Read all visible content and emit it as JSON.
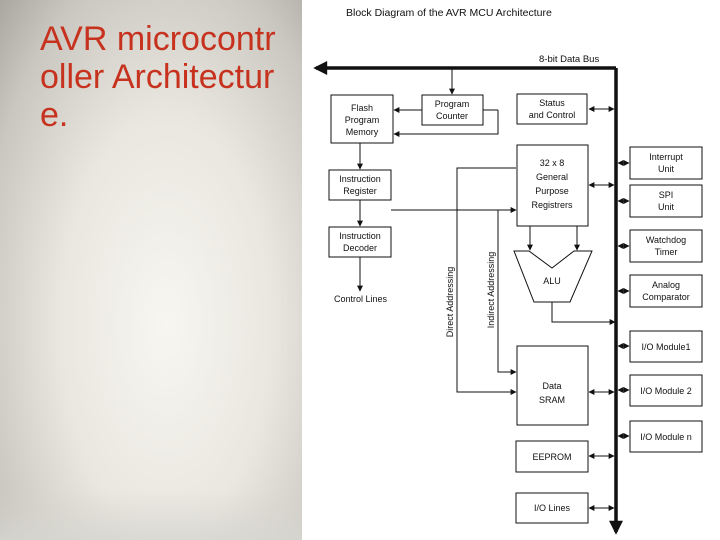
{
  "slide": {
    "title": "AVR microcontroller Architecture."
  },
  "diagram": {
    "title": "Block Diagram of the AVR MCU Architecture",
    "bus_label": "8-bit Data Bus",
    "blocks": {
      "flash": [
        "Flash",
        "Program",
        "Memory"
      ],
      "pc": [
        "Program",
        "Counter"
      ],
      "status": [
        "Status",
        "and Control"
      ],
      "ir": [
        "Instruction",
        "Register"
      ],
      "id": [
        "Instruction",
        "Decoder"
      ],
      "regs": [
        "32 x 8",
        "General",
        "Purpose",
        "Registrers"
      ],
      "alu": [
        "ALU"
      ],
      "sram": [
        "Data",
        "SRAM"
      ],
      "eeprom": [
        "EEPROM"
      ],
      "iolines": [
        "I/O Lines"
      ],
      "interrupt": [
        "Interrupt",
        "Unit"
      ],
      "spi": [
        "SPI",
        "Unit"
      ],
      "watchdog": [
        "Watchdog",
        "Timer"
      ],
      "analog": [
        "Analog",
        "Comparator"
      ],
      "io1": [
        "I/O Module1"
      ],
      "io2": [
        "I/O Module 2"
      ],
      "ion": [
        "I/O Module n"
      ]
    },
    "control_lines": "Control Lines",
    "direct_addressing": "Direct Addressing",
    "indirect_addressing": "Indirect Addressing"
  },
  "colors": {
    "title_red": "#c7321f",
    "line": "#111111"
  }
}
